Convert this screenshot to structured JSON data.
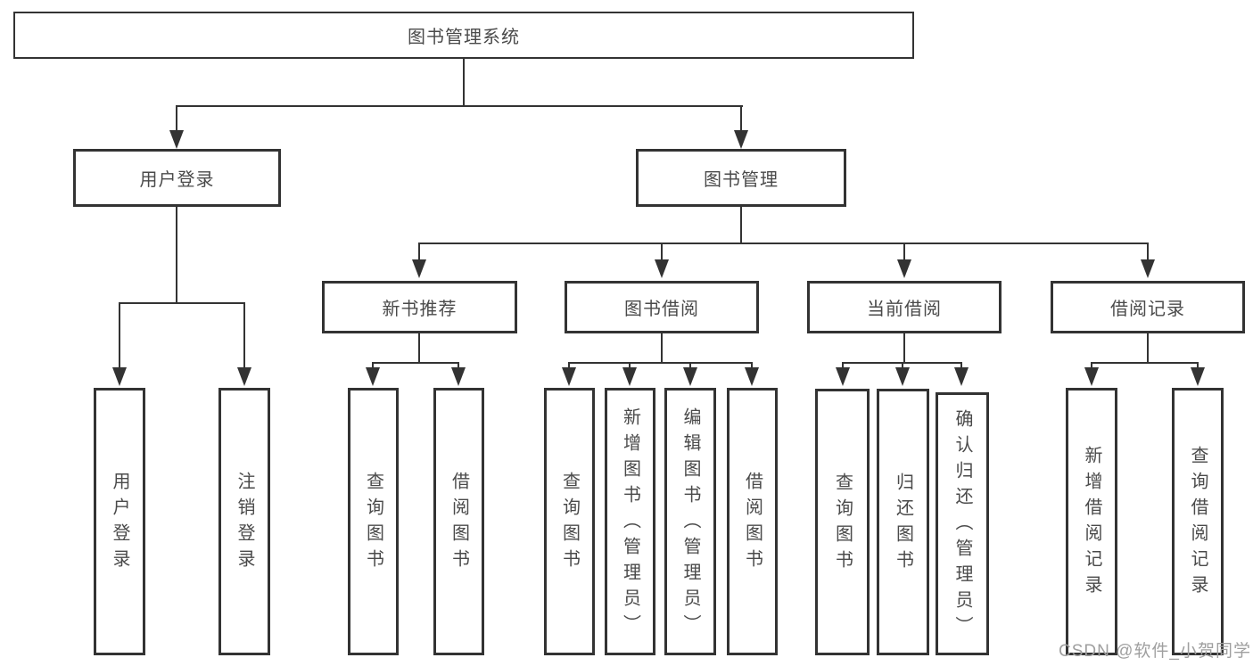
{
  "diagram": {
    "root": {
      "label": "图书管理系统"
    },
    "branches": [
      {
        "label": "用户登录",
        "children": [
          {
            "label": "用户登录"
          },
          {
            "label": "注销登录"
          }
        ]
      },
      {
        "label": "图书管理",
        "children": [
          {
            "label": "新书推荐",
            "children": [
              {
                "label": "查询图书"
              },
              {
                "label": "借阅图书"
              }
            ]
          },
          {
            "label": "图书借阅",
            "children": [
              {
                "label": "查询图书"
              },
              {
                "label": "新增图书（管理员）"
              },
              {
                "label": "编辑图书（管理员）"
              },
              {
                "label": "借阅图书"
              }
            ]
          },
          {
            "label": "当前借阅",
            "children": [
              {
                "label": "查询图书"
              },
              {
                "label": "归还图书"
              },
              {
                "label": "确认归还（管理员）"
              }
            ]
          },
          {
            "label": "借阅记录",
            "children": [
              {
                "label": "新增借阅记录"
              },
              {
                "label": "查询借阅记录"
              }
            ]
          }
        ]
      }
    ]
  },
  "watermark": {
    "text": "CSDN @软件_小贺同学"
  },
  "colors": {
    "line": "#333333",
    "node_text": "#4a4a4a",
    "watermark_text": "#9f9f9f",
    "background": "#ffffff"
  }
}
